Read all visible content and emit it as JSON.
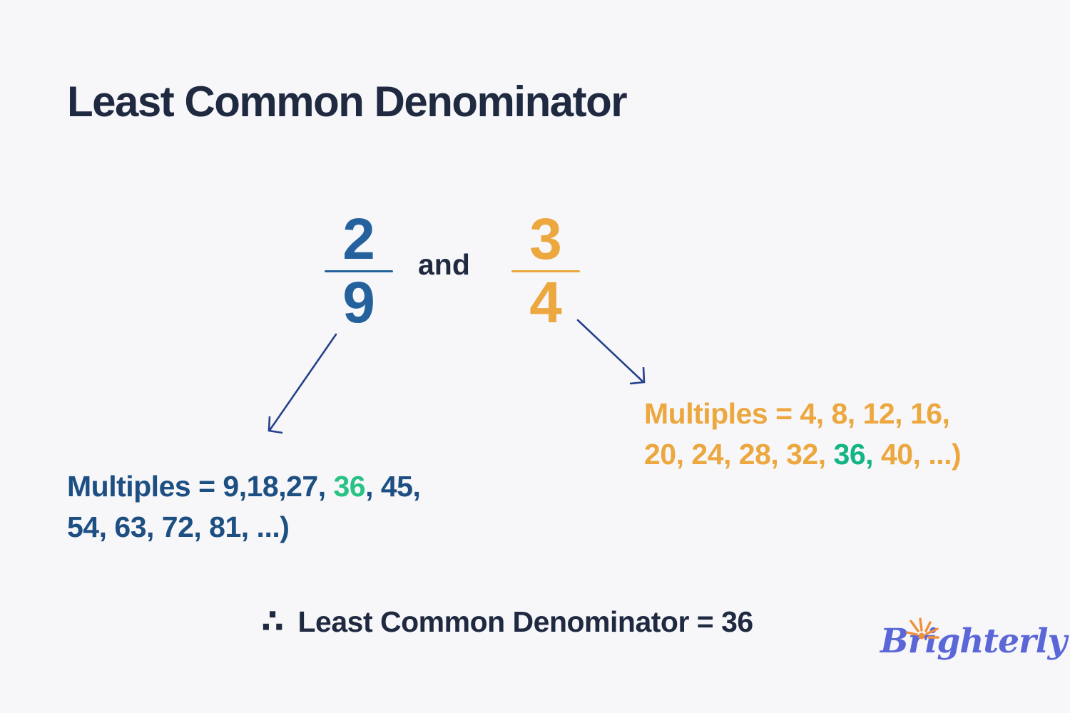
{
  "title": {
    "text": "Least Common Denominator"
  },
  "fractions": {
    "left": {
      "numerator": "2",
      "denominator": "9"
    },
    "connector": "and",
    "right": {
      "numerator": "3",
      "denominator": "4"
    }
  },
  "multiples_left": {
    "line1_prefix": "Multiples = 9,18,27, ",
    "highlight": "36",
    "line1_suffix": ", 45,",
    "line2": "54, 63, 72, 81, ...)"
  },
  "multiples_right": {
    "line1": "Multiples = 4, 8, 12, 16,",
    "line2_prefix": "20, 24, 28, 32, ",
    "highlight": "36,",
    "line2_suffix": " 40, ...)"
  },
  "conclusion": {
    "therefore": "∴",
    "text": "Least Common Denominator = 36"
  },
  "logo": {
    "text": "Brighterly"
  },
  "colors": {
    "bg": "#f7f7fa",
    "navy": "#1f2940",
    "blue": "#25619c",
    "orange": "#eca73f",
    "steel": "#1d4f82",
    "green-left": "#29c285",
    "green-right": "#12b583",
    "arrow": "#24418b",
    "logo-purple": "#5b67d6",
    "sun-orange": "#f0913a"
  }
}
